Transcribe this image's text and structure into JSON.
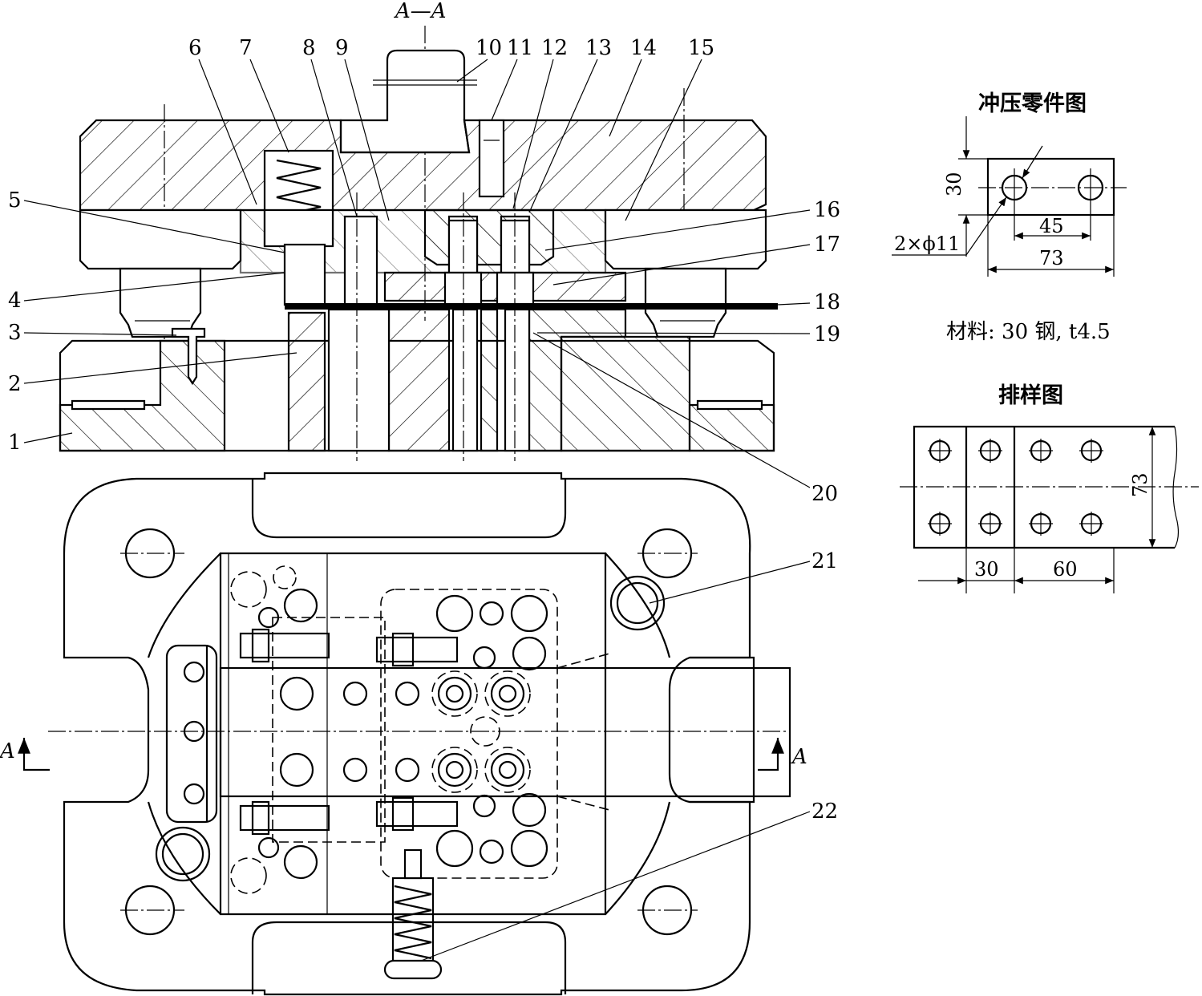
{
  "section_title": "A—A",
  "callouts": [
    "1",
    "2",
    "3",
    "4",
    "5",
    "6",
    "7",
    "8",
    "9",
    "10",
    "11",
    "12",
    "13",
    "14",
    "15",
    "16",
    "17",
    "18",
    "19",
    "20",
    "21",
    "22"
  ],
  "section_markers": {
    "left": "A",
    "right": "A"
  },
  "part_drawing": {
    "title": "冲压零件图",
    "dim_height": "30",
    "dim_pitch": "45",
    "dim_length": "73",
    "hole_note": "2×ϕ11"
  },
  "material_note": "材料: 30 钢, t4.5",
  "layout_drawing": {
    "title": "排样图",
    "dim_width": "73",
    "dim_step1": "30",
    "dim_step2": "60"
  }
}
